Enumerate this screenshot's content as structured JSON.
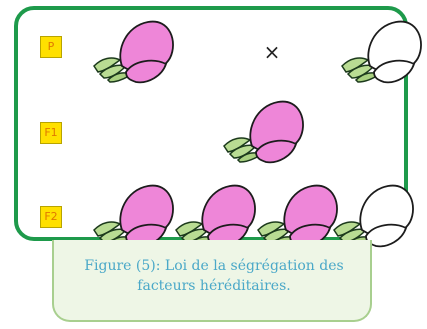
{
  "diagram": {
    "generations": {
      "parents_label": "P",
      "f1_label": "F1",
      "f2_label": "F2"
    },
    "cross_symbol": "×",
    "flowers": {
      "parents": [
        "pink",
        "white"
      ],
      "f1": [
        "pink"
      ],
      "f2": [
        "pink",
        "pink",
        "pink",
        "white"
      ]
    },
    "colors": {
      "border_green": "#1e9a4b",
      "petal_pink": "#ee86d8",
      "petal_white": "#ffffff",
      "sepal_green": "#b9dc93",
      "label_yellow": "#ffe000",
      "caption_text": "#4aa8c8",
      "caption_bg": "#eef6e6"
    },
    "caption": {
      "line1": "Figure (5): Loi de la ségrégation des",
      "line2": "facteurs héréditaires."
    }
  }
}
